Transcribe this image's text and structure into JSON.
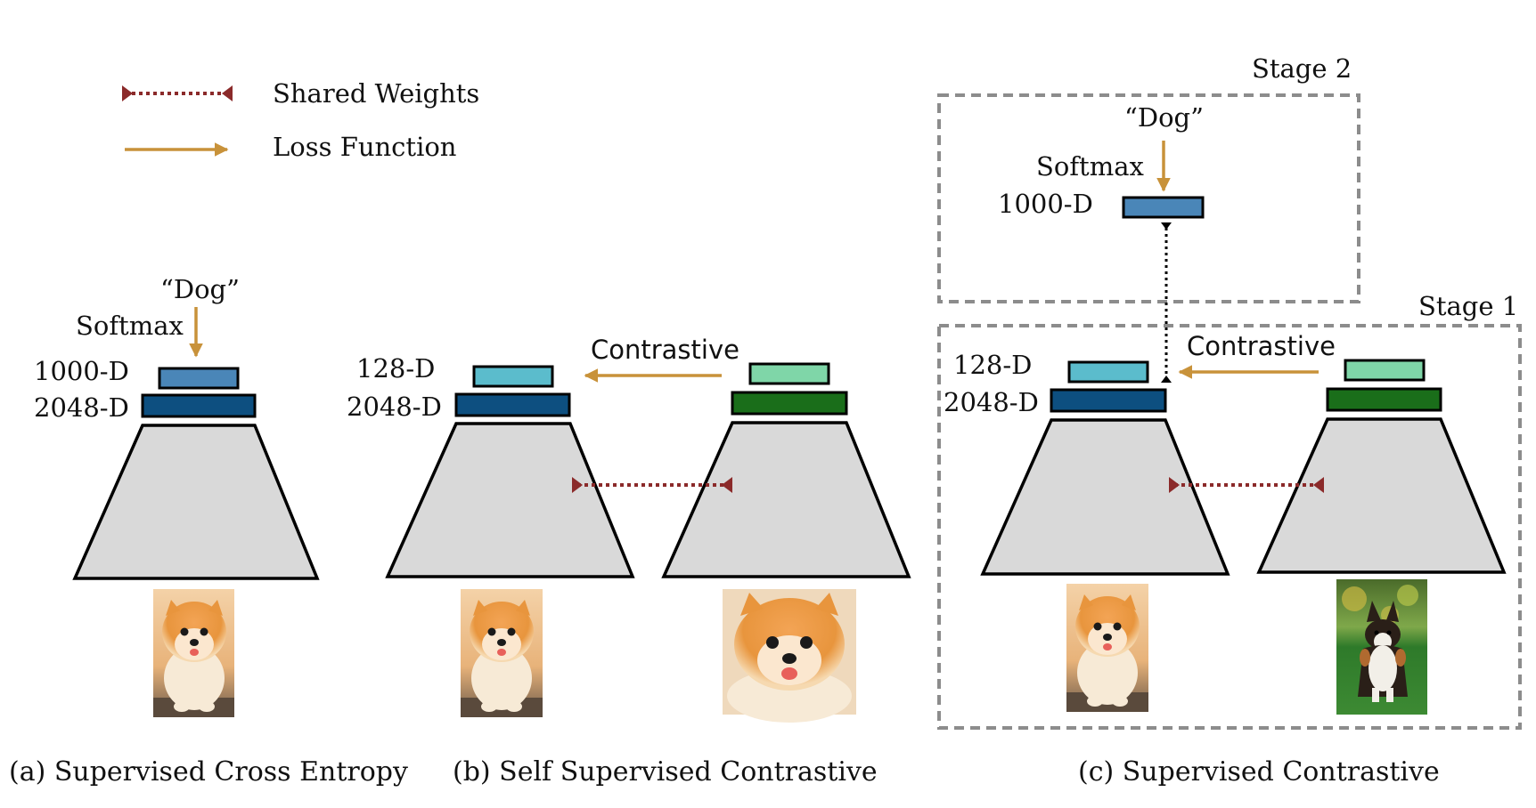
{
  "legend": {
    "shared_weights": "Shared Weights",
    "loss_function": "Loss Function"
  },
  "panel_a": {
    "caption": "(a) Supervised Cross Entropy",
    "label_dog": "“Dog”",
    "label_softmax": "Softmax",
    "label_1000d": "1000-D",
    "label_2048d": "2048-D",
    "image": "pomeranian-dog-image"
  },
  "panel_b": {
    "caption": "(b) Self Supervised Contrastive",
    "label_contrastive": "Contrastive",
    "label_128d": "128-D",
    "label_2048d": "2048-D",
    "image_left": "pomeranian-dog-image",
    "image_right": "pomeranian-dog-closeup-image"
  },
  "panel_c": {
    "caption": "(c) Supervised Contrastive",
    "stage2": "Stage 2",
    "stage1": "Stage 1",
    "label_dog": "“Dog”",
    "label_softmax": "Softmax",
    "label_1000d": "1000-D",
    "label_128d": "128-D",
    "label_2048d": "2048-D",
    "label_contrastive": "Contrastive",
    "image_left": "pomeranian-dog-image",
    "image_right": "corgi-dog-on-grass-image"
  },
  "colors": {
    "loss_arrow": "#c8923a",
    "shared_weights": "#8b2a2a",
    "softmax_box": "#4a86b8",
    "proj_box_left": "#5bbccc",
    "proj_box_right": "#7fd6a8",
    "encoder_box_left": "#0d4f80",
    "encoder_box_right": "#1a6e1a",
    "encoder_fill": "#d9d9d9",
    "stage_border": "#8c8c8c"
  }
}
